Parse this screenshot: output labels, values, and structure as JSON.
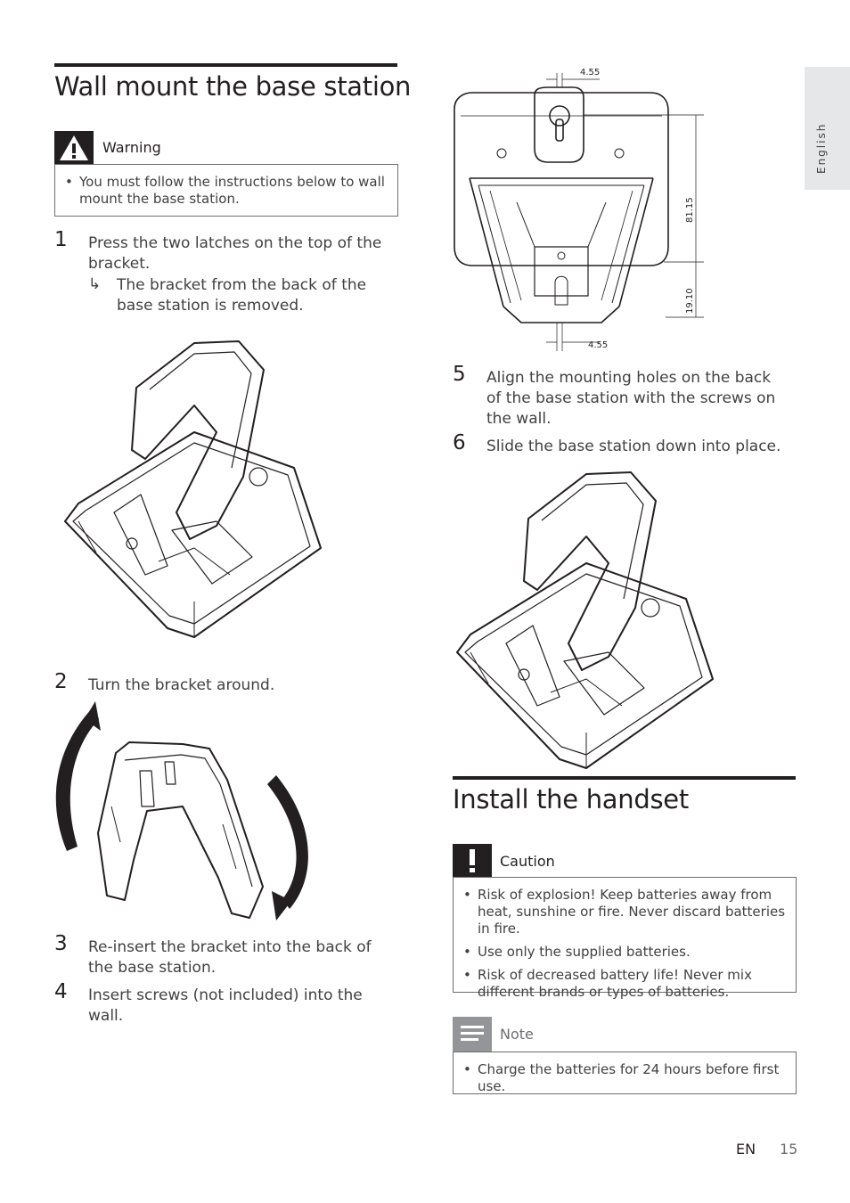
{
  "side_tab": "English",
  "left": {
    "title": "Wall mount the base station",
    "warning": {
      "title": "Warning",
      "items": [
        "You must follow the instructions below to wall mount the base station."
      ]
    },
    "steps": [
      {
        "num": "1",
        "text": "Press the two latches on the top of the bracket.",
        "result": "The bracket from the back of the base station is removed."
      },
      {
        "num": "2",
        "text": "Turn the bracket around."
      },
      {
        "num": "3",
        "text": "Re-insert the bracket into the back of the base station."
      },
      {
        "num": "4",
        "text": "Insert screws (not included) into the wall."
      }
    ]
  },
  "right": {
    "dimensions": {
      "top": "4.55",
      "height": "81.15",
      "lower": "19.10",
      "bottom": "4.55"
    },
    "steps": [
      {
        "num": "5",
        "text": "Align the mounting holes on the back of the base station with the screws on the wall."
      },
      {
        "num": "6",
        "text": "Slide the base station down into place."
      }
    ],
    "title": "Install the handset",
    "caution": {
      "title": "Caution",
      "items": [
        "Risk of explosion! Keep batteries away from heat, sunshine or fire. Never discard batteries in fire.",
        "Use only the supplied batteries.",
        "Risk of decreased battery life! Never mix different brands or types of batteries."
      ]
    },
    "note": {
      "title": "Note",
      "items": [
        "Charge the batteries for 24 hours before first use."
      ]
    }
  },
  "footer": {
    "lang": "EN",
    "page": "15"
  }
}
